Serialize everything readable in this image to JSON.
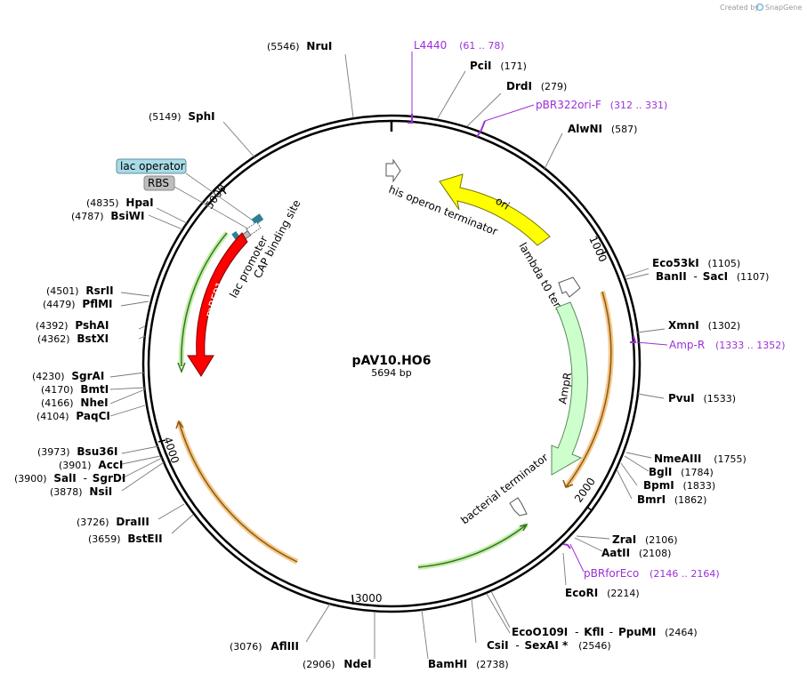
{
  "credit": {
    "text": "Created by",
    "brand": "SnapGene"
  },
  "plasmid": {
    "name": "pAV10.HO6",
    "size": "5694 bp"
  },
  "ticks": [
    "1000",
    "2000",
    "3000",
    "4000",
    "5000"
  ],
  "enzymes": [
    {
      "id": "nrui",
      "name": "NruI",
      "pos": "(5546)"
    },
    {
      "id": "pcii",
      "name": "PciI",
      "pos": "(171)"
    },
    {
      "id": "drdi",
      "name": "DrdI",
      "pos": "(279)"
    },
    {
      "id": "sphi",
      "name": "SphI",
      "pos": "(5149)"
    },
    {
      "id": "alwni",
      "name": "AlwNI",
      "pos": "(587)"
    },
    {
      "id": "hpai",
      "name": "HpaI",
      "pos": "(4835)"
    },
    {
      "id": "bsiwi",
      "name": "BsiWI",
      "pos": "(4787)"
    },
    {
      "id": "eco53ki",
      "name": "Eco53kI",
      "pos": "(1105)"
    },
    {
      "id": "banii",
      "name": "BanII",
      "sep": "-",
      "name2": "SacI",
      "pos": "(1107)"
    },
    {
      "id": "rsrii",
      "name": "RsrII",
      "pos": "(4501)"
    },
    {
      "id": "pflmi",
      "name": "PflMI",
      "pos": "(4479)"
    },
    {
      "id": "xmni",
      "name": "XmnI",
      "pos": "(1302)"
    },
    {
      "id": "pshai",
      "name": "PshAI",
      "pos": "(4392)"
    },
    {
      "id": "bstxi",
      "name": "BstXI",
      "pos": "(4362)"
    },
    {
      "id": "sgrai",
      "name": "SgrAI",
      "pos": "(4230)"
    },
    {
      "id": "bmti",
      "name": "BmtI",
      "pos": "(4170)"
    },
    {
      "id": "nhei",
      "name": "NheI",
      "pos": "(4166)"
    },
    {
      "id": "paqci",
      "name": "PaqCI",
      "pos": "(4104)"
    },
    {
      "id": "pvui",
      "name": "PvuI",
      "pos": "(1533)"
    },
    {
      "id": "bsu36i",
      "name": "Bsu36I",
      "pos": "(3973)"
    },
    {
      "id": "acci",
      "name": "AccI",
      "pos": "(3901)"
    },
    {
      "id": "sali",
      "name": "SalI",
      "sep": "-",
      "name2": "SgrDI",
      "pos": "(3900)"
    },
    {
      "id": "nsii",
      "name": "NsiI",
      "pos": "(3878)"
    },
    {
      "id": "nmeaiii",
      "name": "NmeAIII",
      "pos": "(1755)"
    },
    {
      "id": "bgli",
      "name": "BglI",
      "pos": "(1784)"
    },
    {
      "id": "bpmi",
      "name": "BpmI",
      "pos": "(1833)"
    },
    {
      "id": "bmri",
      "name": "BmrI",
      "pos": "(1862)"
    },
    {
      "id": "draiii",
      "name": "DraIII",
      "pos": "(3726)"
    },
    {
      "id": "bsteii",
      "name": "BstEII",
      "pos": "(3659)"
    },
    {
      "id": "zrai",
      "name": "ZraI",
      "pos": "(2106)"
    },
    {
      "id": "aatii",
      "name": "AatII",
      "pos": "(2108)"
    },
    {
      "id": "ecori",
      "name": "EcoRI",
      "pos": "(2214)"
    },
    {
      "id": "eco109i",
      "name": "EcoO109I",
      "sep": "-",
      "name2": "KflI",
      "sep2": "-",
      "name3": "PpuMI",
      "pos": "(2464)"
    },
    {
      "id": "csii",
      "name": "CsiI",
      "sep": "-",
      "name2": "SexAI *",
      "pos": "(2546)"
    },
    {
      "id": "aflii",
      "name": "AflIII",
      "pos": "(3076)"
    },
    {
      "id": "ndei",
      "name": "NdeI",
      "pos": "(2906)"
    },
    {
      "id": "bamhi",
      "name": "BamHI",
      "pos": "(2738)"
    }
  ],
  "primers": [
    {
      "id": "l4440",
      "name": "L4440",
      "pos": "(61 .. 78)"
    },
    {
      "id": "pbr322",
      "name": "pBR322ori-F",
      "pos": "(312 .. 331)"
    },
    {
      "id": "ampr",
      "name": "Amp-R",
      "pos": "(1333 .. 1352)"
    },
    {
      "id": "pbrforeco",
      "name": "pBRforEco",
      "pos": "(2146 .. 2164)"
    }
  ],
  "features": {
    "lac_operator": "lac operator",
    "rbs": "RBS",
    "mrfp1": "mRFP1",
    "lac_promoter": "lac promoter",
    "cap": "CAP binding site",
    "his_term": "his operon terminator",
    "ori": "ori",
    "lambda_term": "lambda t0 terminator",
    "ampr": "AmpR",
    "bact_term": "bacterial terminator"
  },
  "colors": {
    "backbone": "#000000",
    "mrfp1": "#ff0000",
    "ori": "#ffff00",
    "ampr": "#ccffcc",
    "primer": "#9b30d6",
    "orf_orange": "#f5c78a",
    "orf_green": "#c8ecb0",
    "lac_operator_fill": "#a9dbe6",
    "rbs_fill": "#bdbdbd",
    "promoter_teal": "#2e7f96"
  }
}
